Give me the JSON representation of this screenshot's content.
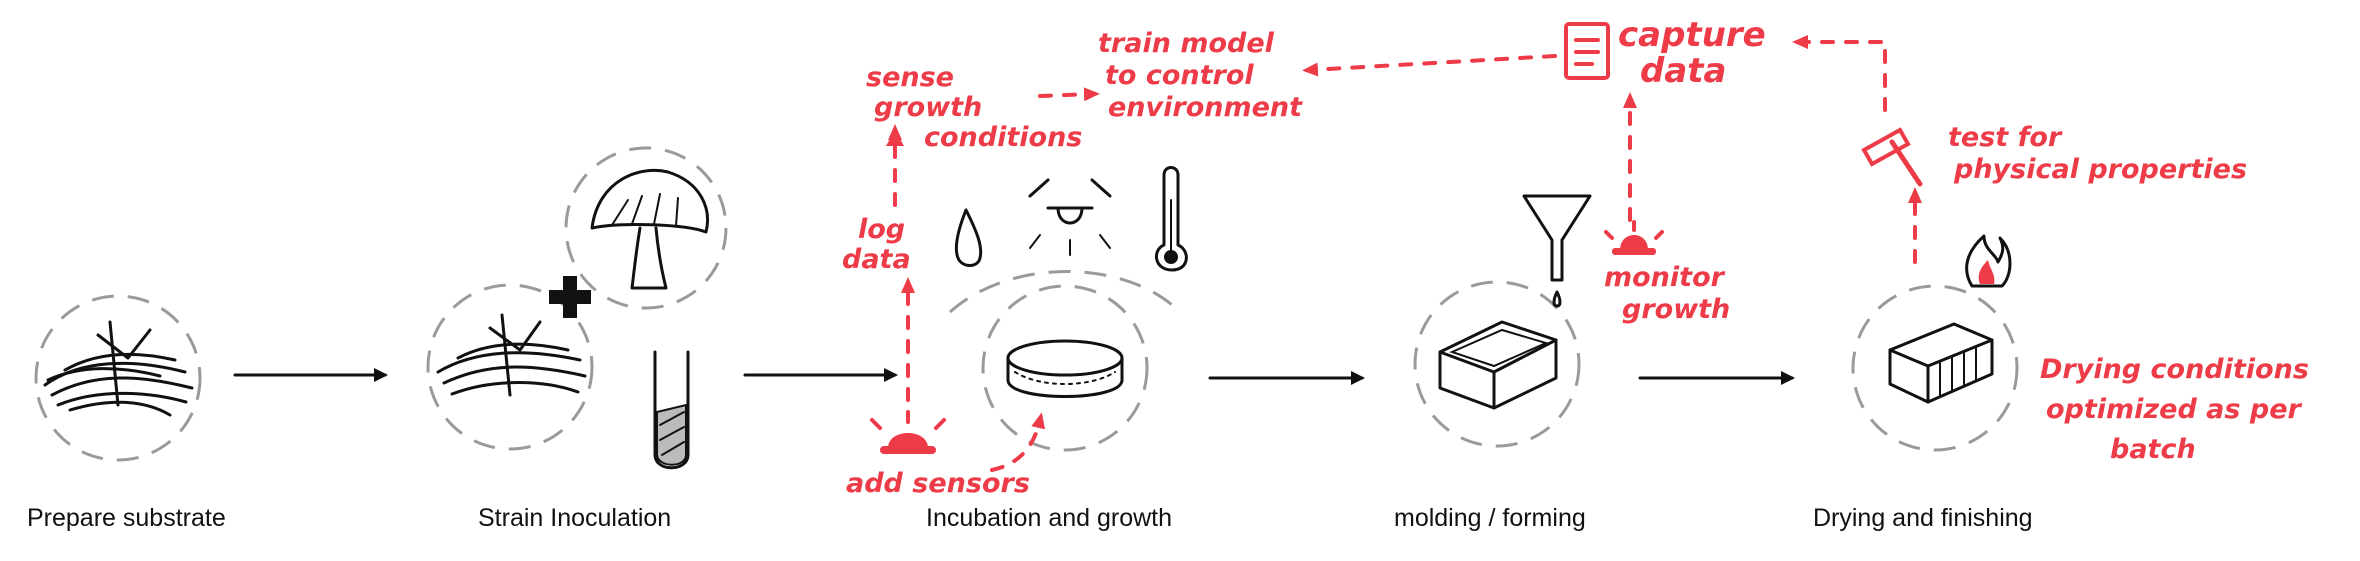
{
  "colors": {
    "ink": "#111111",
    "accent": "#ee3b48",
    "halo": "#9a9a9a"
  },
  "stages": [
    {
      "label": "Prepare substrate"
    },
    {
      "label": "Strain Inoculation"
    },
    {
      "label": "Incubation and growth"
    },
    {
      "label": "molding / forming"
    },
    {
      "label": "Drying and finishing"
    }
  ],
  "annotations": {
    "train_model": [
      "train model",
      "to control",
      "environment"
    ],
    "capture_data": [
      "capture",
      "data"
    ],
    "sense_growth": [
      "sense",
      "growth",
      "conditions"
    ],
    "log_data": [
      "log",
      "data"
    ],
    "add_sensors": "add sensors",
    "monitor_growth": [
      "monitor",
      "growth"
    ],
    "test_physical": [
      "test for",
      "physical properties"
    ],
    "drying_conditions": [
      "Drying conditions",
      "optimized as per",
      "batch"
    ]
  },
  "icons": {
    "substrate": "straw-bundle-icon",
    "mushroom": "mushroom-icon",
    "plus": "plus-icon",
    "test_tube": "test-tube-icon",
    "water": "water-drop-icon",
    "light": "lamp-icon",
    "thermometer": "thermometer-icon",
    "petri": "petri-dish-icon",
    "funnel": "funnel-icon",
    "mold": "mold-tray-icon",
    "brick": "brick-icon",
    "flame": "flame-icon",
    "hammer": "hammer-icon",
    "document": "document-icon",
    "sensor": "sensor-icon"
  }
}
